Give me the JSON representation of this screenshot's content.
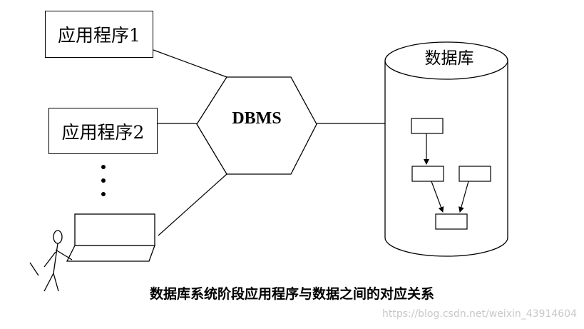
{
  "diagram": {
    "app_1": "应用程序1",
    "app_2": "应用程序2",
    "dbms": "DBMS",
    "database": "数据库",
    "caption": "数据库系统阶段应用程序与数据之间的对应关系"
  },
  "watermark": "https://blog.csdn.net/weixin_43914604"
}
